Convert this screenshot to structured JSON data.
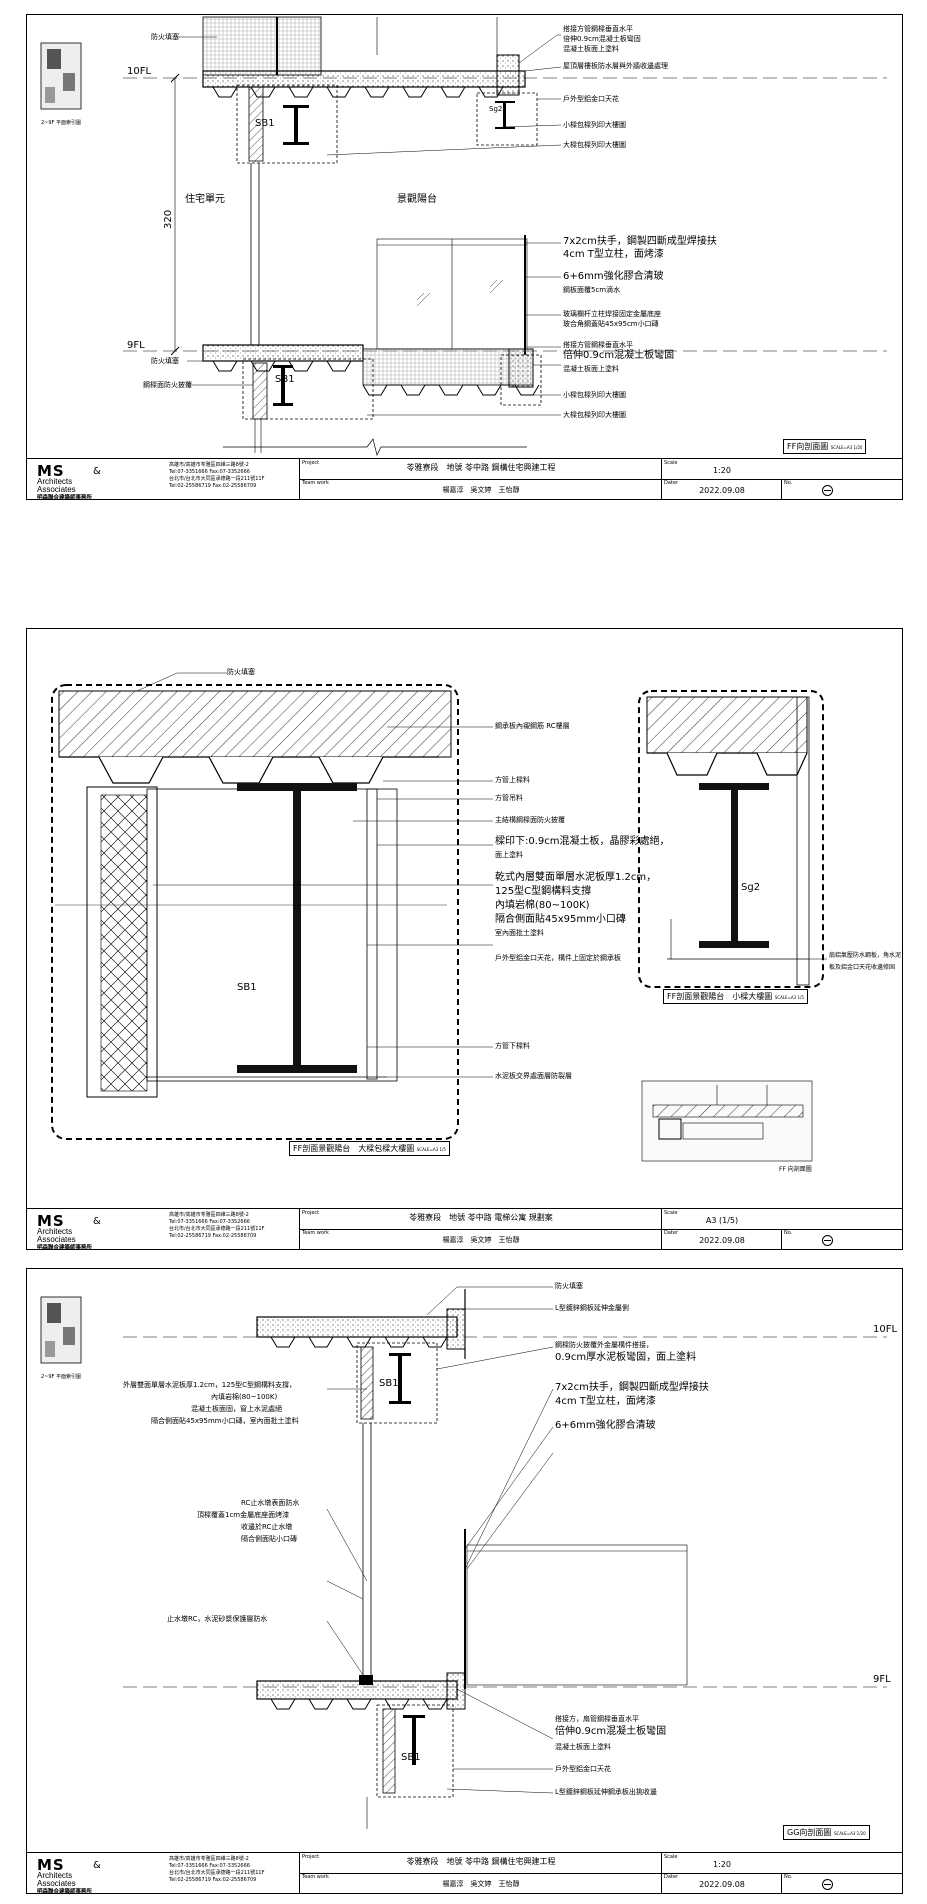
{
  "office": {
    "logo_ms": "MS",
    "logo_amp": "&",
    "logo_line1": "Architects",
    "logo_line2": "Associates",
    "logo_cn": "明森聯合建築師事務所",
    "addr1": "高雄市/高雄市苓雅區四維三路8號-2",
    "addr2": "Tel:07-3351666  Fax:07-3352666",
    "addr3": "台北市/台北市大同區承德路一段211號11F",
    "addr4": "Tel:02-25586719  Fax:02-25586709"
  },
  "titleblock_labels": {
    "project": "Project",
    "team": "Team work",
    "scale": "Scale",
    "date": "Dater",
    "no": "No."
  },
  "sheets": [
    {
      "id": "s1",
      "project": "苓雅寮段　地號 苓中路 鋼構住宅興建工程",
      "team": "楊嘉淳　吳文婷　王怡靜",
      "scale": "1:20",
      "date": "2022.09.08",
      "drawing_tag": "FF",
      "drawing_title": "向剖面圖",
      "tag_small": "SCALE=A3 1/20",
      "keyplan_caption": "2~9F 平面索引圖",
      "dimension": "320",
      "level_top": "10FL",
      "level_bot": "9FL",
      "room_left": "住宅單元",
      "room_right": "景觀陽台",
      "beam_sb1": "SB1",
      "beam_sg2": "Sg2",
      "beam_sb1b": "SB1",
      "left_labels": [
        "防火填塞",
        "防火填塞",
        "鋼樑面防火披覆"
      ],
      "right_labels": [
        "搭接方管鋼樑垂直水平",
        "倍伸0.9cm混凝土板彎固",
        "混凝土板面上塗料",
        "屋頂層樓板防水層與外牆收邊處理",
        "戶外型鋁金口天花",
        "小樑包樑列印大樓圖",
        "大樑包樑列印大樓圖",
        "7x2cm扶手，鋼製四斷成型焊接扶",
        "4cm T型立柱，面烤漆",
        "6+6mm強化膠合清玻",
        "鋼板面覆5cm滴水",
        "玻璃欄杆立柱焊接固定金屬底座",
        "玻合角鋼蓋貼45x95cm小口磚",
        "搭接方管鋼樑垂直水平",
        "倍伸0.9cm混凝土板彎固",
        "混凝土板面上塗料",
        "小樑包樑列印大樓圖",
        "大樑包樑列印大樓圖"
      ]
    },
    {
      "id": "s2",
      "project": "苓雅寮段　地號 苓中路 電梯公寓 規劃案",
      "team": "楊嘉淳　吳文婷　王怡靜",
      "scale": "A3 (1/5)",
      "date": "2022.09.08",
      "detail1_tag": "FF",
      "detail1_title": "剖面景觀陽台　大樑包樑大樓圖",
      "detail2_tag": "FF",
      "detail2_title": "剖面景觀陽台　小樑大樓圖",
      "tag_small": "SCALE=A3 1/5",
      "beam_sb1": "SB1",
      "beam_sg2": "Sg2",
      "ref_caption": "FF 向剖面圖",
      "top_label": "防火填塞",
      "mid_labels": [
        "鋼承板內襯鋼筋 RC樓層",
        "方管上樑料",
        "方管吊料",
        "主結構鋼樑面防火披覆",
        "樑印下:0.9cm混凝土板，晶膠彩處絕，",
        "面上塗料",
        "乾式內層雙面單層水泥板厚1.2cm，",
        "125型C型鋼構料支撐",
        "內填岩棉(80~100K)",
        "隔合側面貼45x95mm小口磚",
        "室內面批土塗料",
        "戶外型鋁金口天花，構件上固定於鋼承板",
        "方管下樑料",
        "水泥板交界處面層防裂層"
      ],
      "right_labels": [
        "扇鋁氣壓防水鋼板，角水泥",
        "板及鋁金口天花收邊修固"
      ]
    },
    {
      "id": "s3",
      "project": "苓雅寮段　地號 苓中路 鋼構住宅興建工程",
      "team": "楊嘉淳　吳文婷　王怡靜",
      "scale": "1:20",
      "date": "2022.09.08",
      "drawing_tag": "GG",
      "drawing_title": "向剖面圖",
      "tag_small": "SCALE=A3 1/20",
      "keyplan_caption": "2~9F 平面索引圖",
      "level_top": "10FL",
      "level_bot": "9FL",
      "beam_sb1": "SB1",
      "beam_sb1b": "SB1",
      "left_labels": [
        "外層雙面單層水泥板厚1.2cm，125型C型鋼構料支撐，",
        "內填岩棉(80~100K)",
        "混凝土板面固，窗上水泥處絕",
        "隔合側面貼45x95mm小口磚，室內面批土塗料",
        "RC止水墩表面防水",
        "頂樑覆蓋1cm金屬底座面烤漆",
        "收邊於RC止水墩",
        "隔合側面貼小口磚",
        "止水墩RC，水泥砂漿保護層防水"
      ],
      "right_labels": [
        "防火填塞",
        "L型鍍鋅鋼板延伸金屬側",
        "鋼樑防火披覆外金屬構件搭接，",
        "0.9cm厚水泥板彎固，面上塗料",
        "7x2cm扶手，鋼製四斷成型焊接扶",
        "4cm T型立柱，面烤漆",
        "6+6mm強化膠合清玻",
        "搭接方，扇管鋼樑垂直水平",
        "倍伸0.9cm混凝土板彎固",
        "混凝土板面上塗料",
        "戶外型鋁金口天花",
        "L型鍍鋅鋼板延伸鋼承板出挑收邊"
      ]
    }
  ]
}
